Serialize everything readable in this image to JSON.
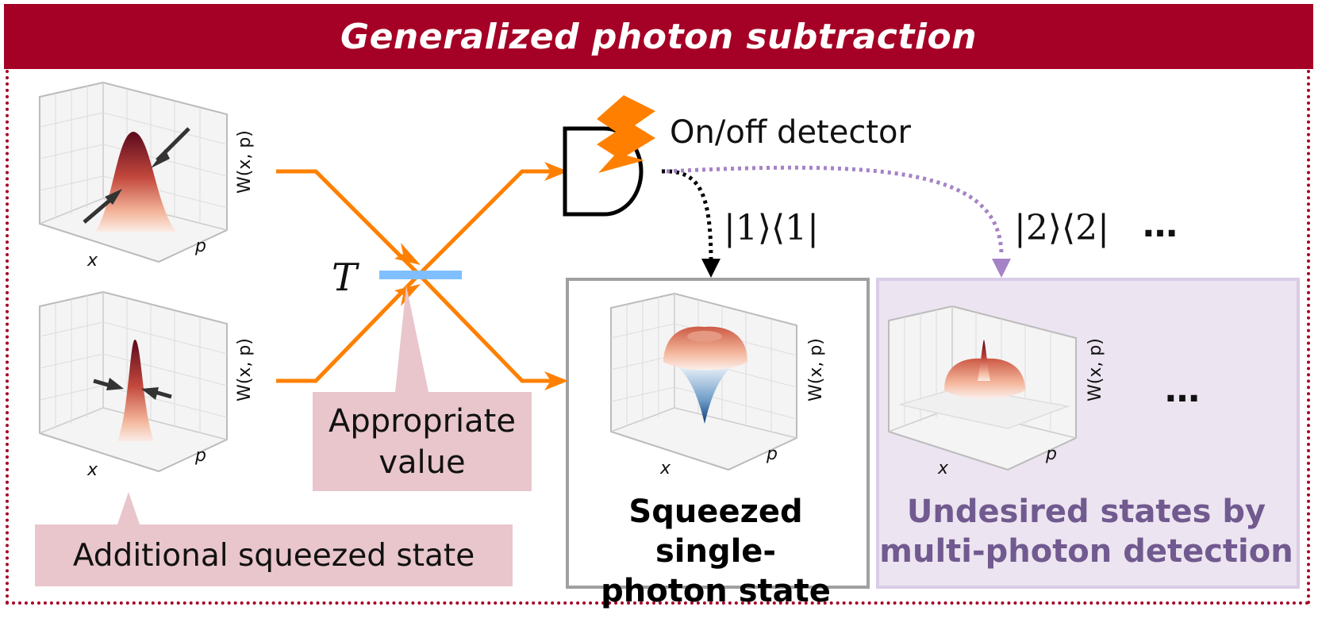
{
  "title": "Generalized photon subtraction",
  "detector": {
    "label": "On/off detector"
  },
  "beam_splitter": {
    "symbol": "T"
  },
  "outcomes": {
    "single": "|1⟩⟨1|",
    "double": "|2⟩⟨2|",
    "more": "…"
  },
  "callouts": {
    "transmissivity": [
      "Appropriate",
      "value"
    ],
    "additional": "Additional squeezed state"
  },
  "boxes": {
    "desired": [
      "Squeezed single-",
      "photon state"
    ],
    "undesired": [
      "Undesired states by",
      "multi-photon detection"
    ],
    "undesired_more": "…"
  },
  "plots": {
    "x_label": "x",
    "p_label": "p",
    "z_label": "W(x, p)"
  },
  "colors": {
    "banner": "#a50026",
    "beam": "#ff8000",
    "splitter": "#7fbfff",
    "callout": "#e8c6cc",
    "desired_border": "#a0a0a0",
    "undesired_fill": "#ece4f0",
    "undesired_text": "#715a8f",
    "classical_line_1": "#000000",
    "classical_line_2": "#a682c6"
  }
}
